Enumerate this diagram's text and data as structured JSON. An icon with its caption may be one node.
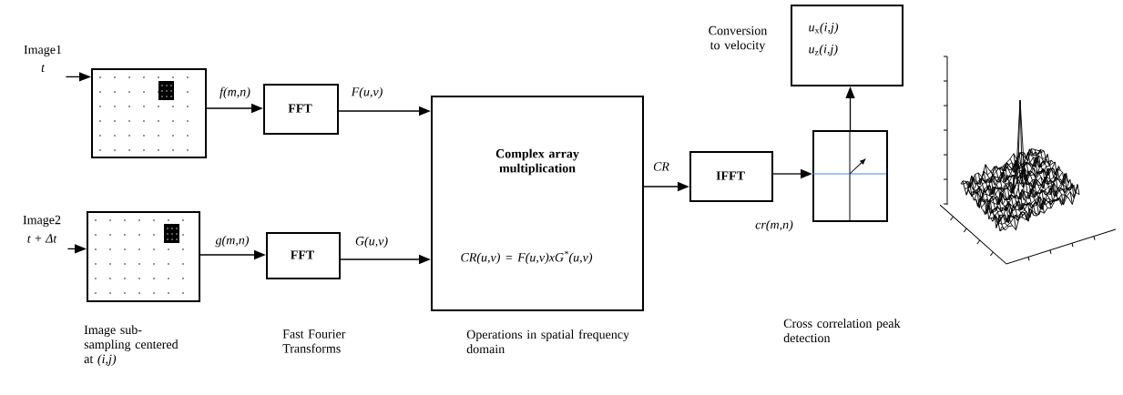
{
  "diagram": {
    "nodes": [
      {
        "text": [
          "Image1",
          "t"
        ]
      },
      {
        "text": [],
        "shape": "box"
      },
      {
        "text": [
          "Image2",
          "t + Δt"
        ]
      },
      {
        "text": [],
        "shape": "box"
      },
      {
        "text": [
          "FFT"
        ]
      },
      {
        "text": [
          "FFT"
        ]
      },
      {
        "text": [
          "Complex array multiplication",
          "CR(u,v) = F(u,v)xG$^{*}$(u,v)"
        ]
      },
      {
        "text": [
          "IFFT"
        ]
      },
      {
        "text": [],
        "shape": "box"
      },
      {
        "text": [
          "*u*$_{x}$*(i,j)*",
          "*u*$_{z}$*(i,j)*"
        ],
        "beside": [
          "Conversion to velocity"
        ]
      }
    ],
    "edges": [
      {
        "from": 0,
        "to": 1,
        "arrow": "to"
      },
      {
        "from": 2,
        "to": 3,
        "arrow": "to"
      },
      {
        "from": 1,
        "to": 4,
        "arrow": "to",
        "label": "f(m,n)"
      },
      {
        "from": 3,
        "to": 5,
        "arrow": "to",
        "label": "g(m,n)"
      },
      {
        "from": 4,
        "to": 6,
        "arrow": "to",
        "label": "F(u,v)"
      },
      {
        "from": 5,
        "to": 6,
        "arrow": "to",
        "label": "G(u,v)"
      },
      {
        "from": 6,
        "to": 7,
        "arrow": "to",
        "label": "CR"
      },
      {
        "from": 7,
        "to": 8,
        "arrow": "to",
        "label": "cr(m,n)"
      },
      {
        "from": 8,
        "to": 9,
        "arrow": "to"
      }
    ],
    "labels": [
      "Image sub-sampling centered at *(i,j)*",
      "Fast Fourier Transforms",
      "Operations in spatial frequency domain",
      "Cross correlation peak detection"
    ]
  }
}
